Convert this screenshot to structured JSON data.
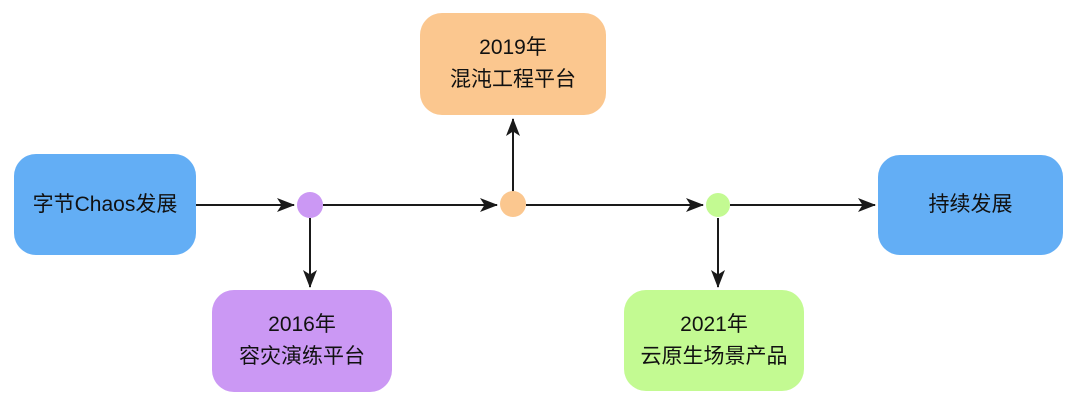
{
  "diagram": {
    "type": "timeline-flowchart",
    "background": "#ffffff",
    "colors": {
      "blue": "#63AEF5",
      "orange": "#FBC78F",
      "purple": "#CB98F4",
      "green": "#C3FA92",
      "connector_line": "#1a1a1a",
      "text": "#111111"
    },
    "nodes": {
      "start": {
        "label": "字节Chaos发展",
        "color": "#63AEF5"
      },
      "milestone_2016": {
        "year": "2016年",
        "label": "容灾演练平台",
        "color": "#CB98F4"
      },
      "milestone_2019": {
        "year": "2019年",
        "label": "混沌工程平台",
        "color": "#FBC78F"
      },
      "milestone_2021": {
        "year": "2021年",
        "label": "云原生场景产品",
        "color": "#C3FA92"
      },
      "end": {
        "label": "持续发展",
        "color": "#63AEF5"
      }
    },
    "flow_order": [
      "start",
      "milestone_2016",
      "milestone_2019",
      "milestone_2021",
      "end"
    ]
  }
}
